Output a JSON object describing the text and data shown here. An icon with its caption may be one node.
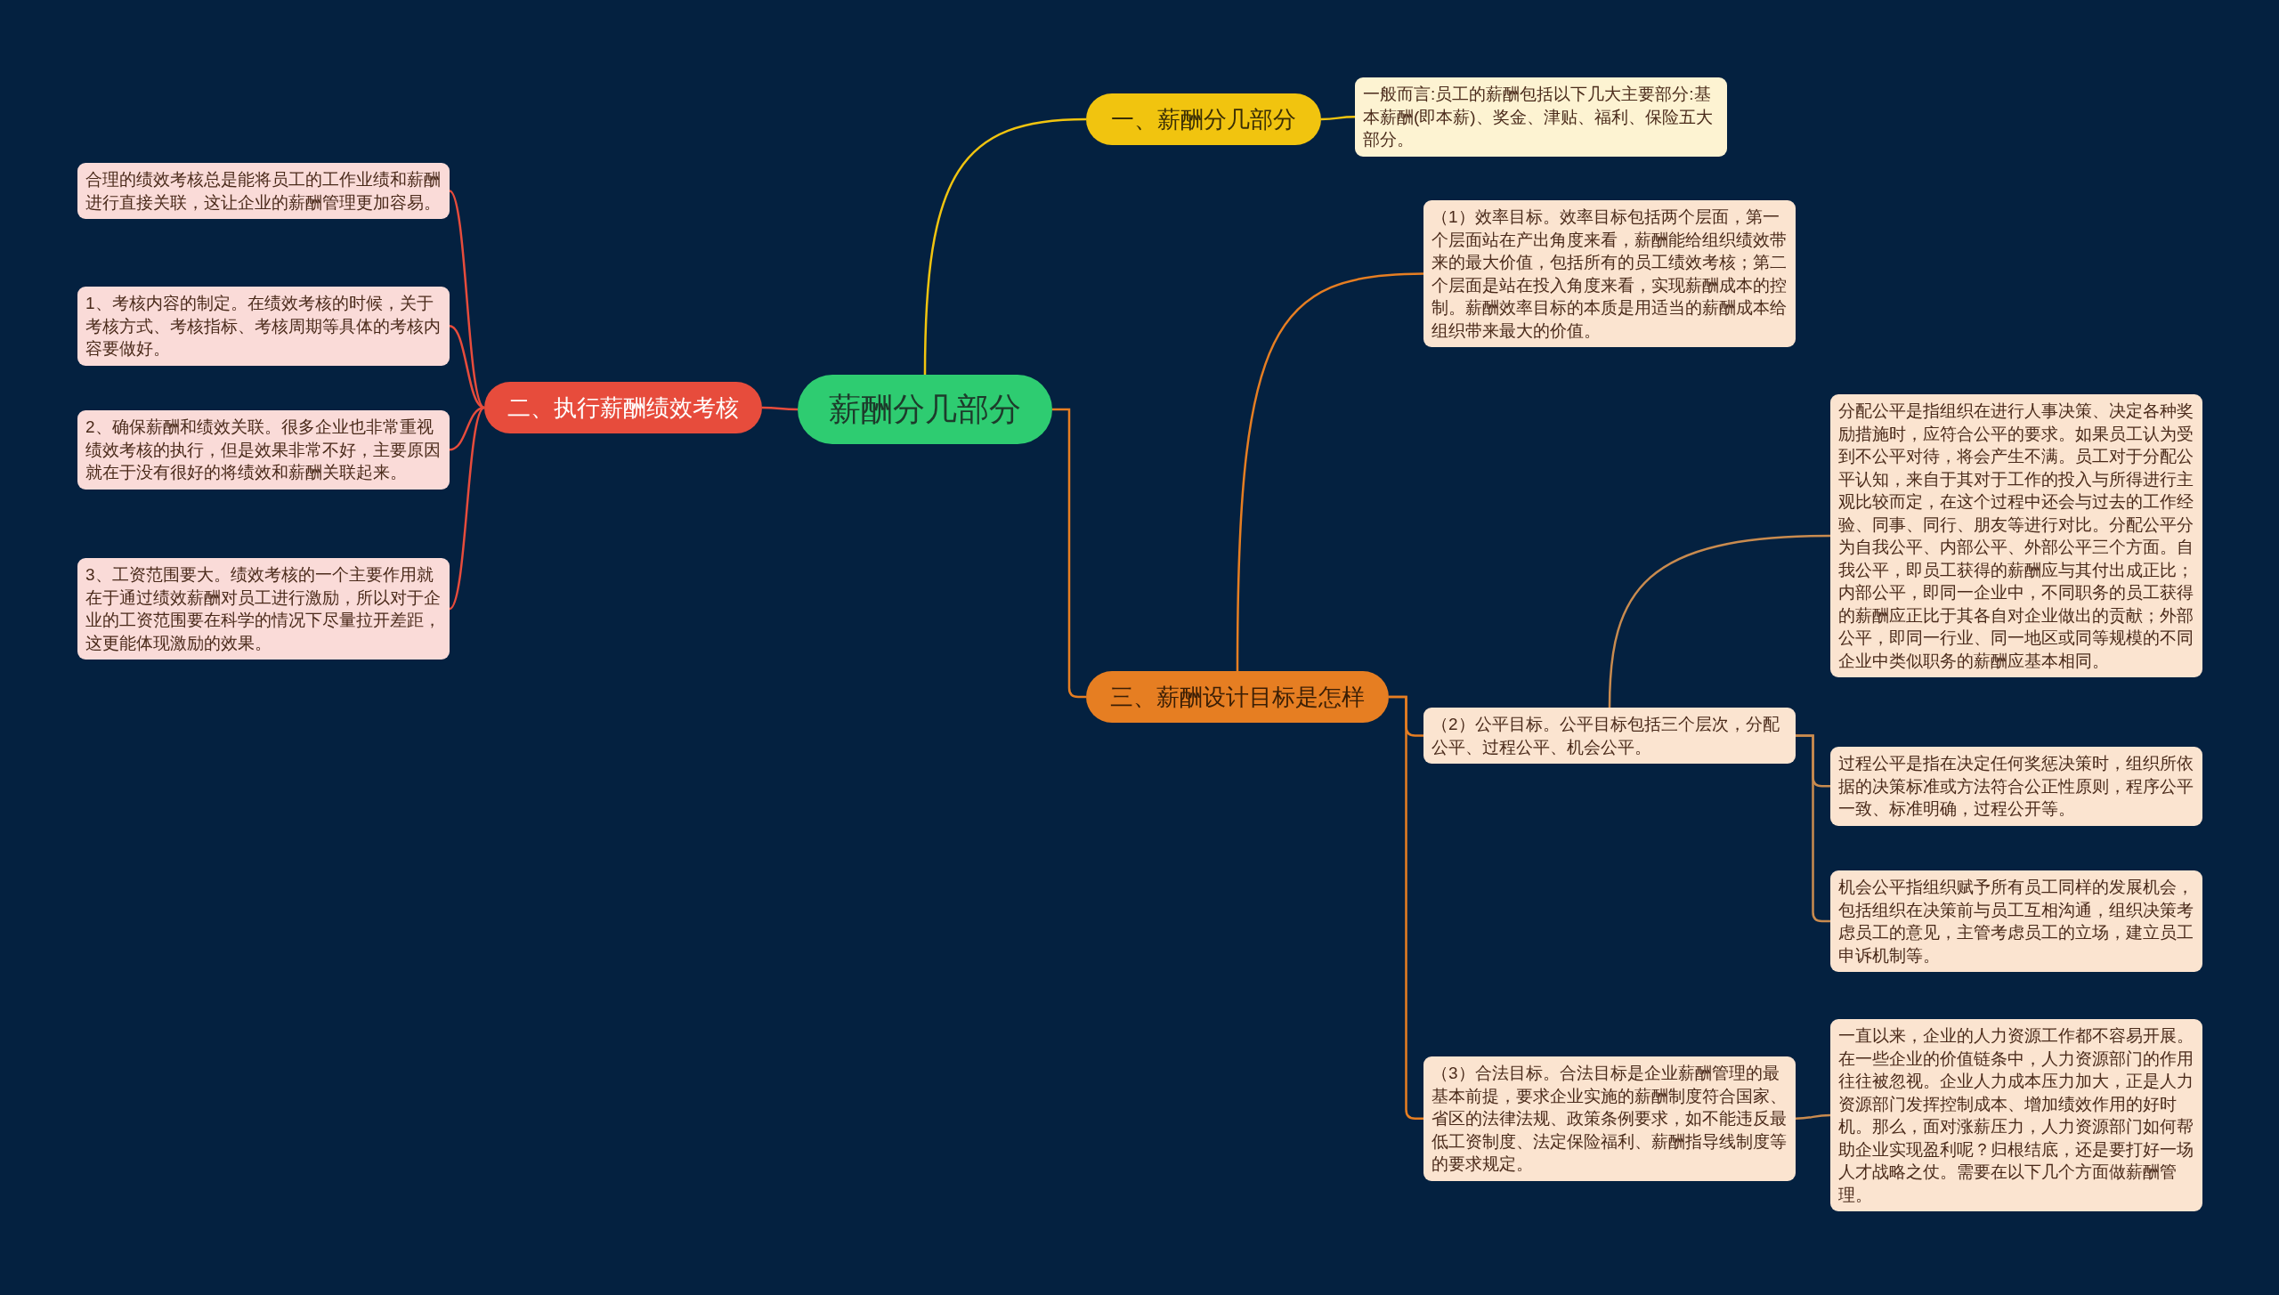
{
  "diagram": {
    "nodes": [
      {
        "text": [
          "薪酬分几部分"
        ]
      },
      {
        "text": [
          "一、薪酬分几部分"
        ]
      },
      {
        "text": [
          "一般而言:员工的薪酬包括以下几大主要部分:基本薪酬(即本薪)、奖金、津贴、福利、保险五大部分。"
        ]
      },
      {
        "text": [
          "二、执行薪酬绩效考核"
        ]
      },
      {
        "text": [
          "合理的绩效考核总是能将员工的工作业绩和薪酬进行直接关联，这让企业的薪酬管理更加容易。"
        ]
      },
      {
        "text": [
          "1、考核内容的制定。在绩效考核的时候，关于考核方式、考核指标、考核周期等具体的考核内容要做好。"
        ]
      },
      {
        "text": [
          "2、确保薪酬和绩效关联。很多企业也非常重视绩效考核的执行，但是效果非常不好，主要原因就在于没有很好的将绩效和薪酬关联起来。"
        ]
      },
      {
        "text": [
          "3、工资范围要大。绩效考核的一个主要作用就在于通过绩效薪酬对员工进行激励，所以对于企业的工资范围要在科学的情况下尽量拉开差距，这更能体现激励的效果。"
        ]
      },
      {
        "text": [
          "三、薪酬设计目标是怎样"
        ]
      },
      {
        "text": [
          "（1）效率目标。效率目标包括两个层面，第一个层面站在产出角度来看，薪酬能给组织绩效带来的最大价值，包括所有的员工绩效考核；第二个层面是站在投入角度来看，实现薪酬成本的控制。薪酬效率目标的本质是用适当的薪酬成本给组织带来最大的价值。"
        ]
      },
      {
        "text": [
          "（2）公平目标。公平目标包括三个层次，分配公平、过程公平、机会公平。"
        ]
      },
      {
        "text": [
          "（3）合法目标。合法目标是企业薪酬管理的最基本前提，要求企业实施的薪酬制度符合国家、省区的法律法规、政策条例要求，如不能违反最低工资制度、法定保险福利、薪酬指导线制度等的要求规定。"
        ]
      },
      {
        "text": [
          "分配公平是指组织在进行人事决策、决定各种奖励措施时，应符合公平的要求。如果员工认为受到不公平对待，将会产生不满。员工对于分配公平认知，来自于其对于工作的投入与所得进行主观比较而定，在这个过程中还会与过去的工作经验、同事、同行、朋友等进行对比。分配公平分为自我公平、内部公平、外部公平三个方面。自我公平，即员工获得的薪酬应与其付出成正比；内部公平，即同一企业中，不同职务的员工获得的薪酬应正比于其各自对企业做出的贡献；外部公平，即同一行业、同一地区或同等规模的不同企业中类似职务的薪酬应基本相同。"
        ]
      },
      {
        "text": [
          "过程公平是指在决定任何奖惩决策时，组织所依据的决策标准或方法符合公正性原则，程序公平一致、标准明确，过程公开等。"
        ]
      },
      {
        "text": [
          "机会公平指组织赋予所有员工同样的发展机会，包括组织在决策前与员工互相沟通，组织决策考虑员工的意见，主管考虑员工的立场，建立员工申诉机制等。"
        ]
      },
      {
        "text": [
          "一直以来，企业的人力资源工作都不容易开展。在一些企业的价值链条中，人力资源部门的作用往往被忽视。企业人力成本压力加大，正是人力资源部门发挥控制成本、增加绩效作用的好时机。那么，面对涨薪压力，人力资源部门如何帮助企业实现盈利呢？归根结底，还是要打好一场人才战略之仗。需要在以下几个方面做薪酬管理。"
        ]
      }
    ],
    "edges": [
      {
        "from": 0,
        "to": 1,
        "arrow": "none",
        "color": "#f1c40f"
      },
      {
        "from": 1,
        "to": 2,
        "arrow": "none",
        "color": "#f1c40f"
      },
      {
        "from": 0,
        "to": 3,
        "arrow": "none",
        "color": "#e74c3c"
      },
      {
        "from": 3,
        "to": 4,
        "arrow": "none",
        "color": "#e74c3c"
      },
      {
        "from": 3,
        "to": 5,
        "arrow": "none",
        "color": "#e74c3c"
      },
      {
        "from": 3,
        "to": 6,
        "arrow": "none",
        "color": "#e74c3c"
      },
      {
        "from": 3,
        "to": 7,
        "arrow": "none",
        "color": "#e74c3c"
      },
      {
        "from": 0,
        "to": 8,
        "arrow": "none",
        "color": "#e67e22"
      },
      {
        "from": 8,
        "to": 9,
        "arrow": "none",
        "color": "#e67e22"
      },
      {
        "from": 8,
        "to": 10,
        "arrow": "none",
        "color": "#e67e22"
      },
      {
        "from": 8,
        "to": 11,
        "arrow": "none",
        "color": "#e67e22"
      },
      {
        "from": 10,
        "to": 12,
        "arrow": "none",
        "color": "#c98b4f"
      },
      {
        "from": 10,
        "to": 13,
        "arrow": "none",
        "color": "#c98b4f"
      },
      {
        "from": 10,
        "to": 14,
        "arrow": "none",
        "color": "#c98b4f"
      },
      {
        "from": 11,
        "to": 15,
        "arrow": "none",
        "color": "#c98b4f"
      }
    ]
  }
}
